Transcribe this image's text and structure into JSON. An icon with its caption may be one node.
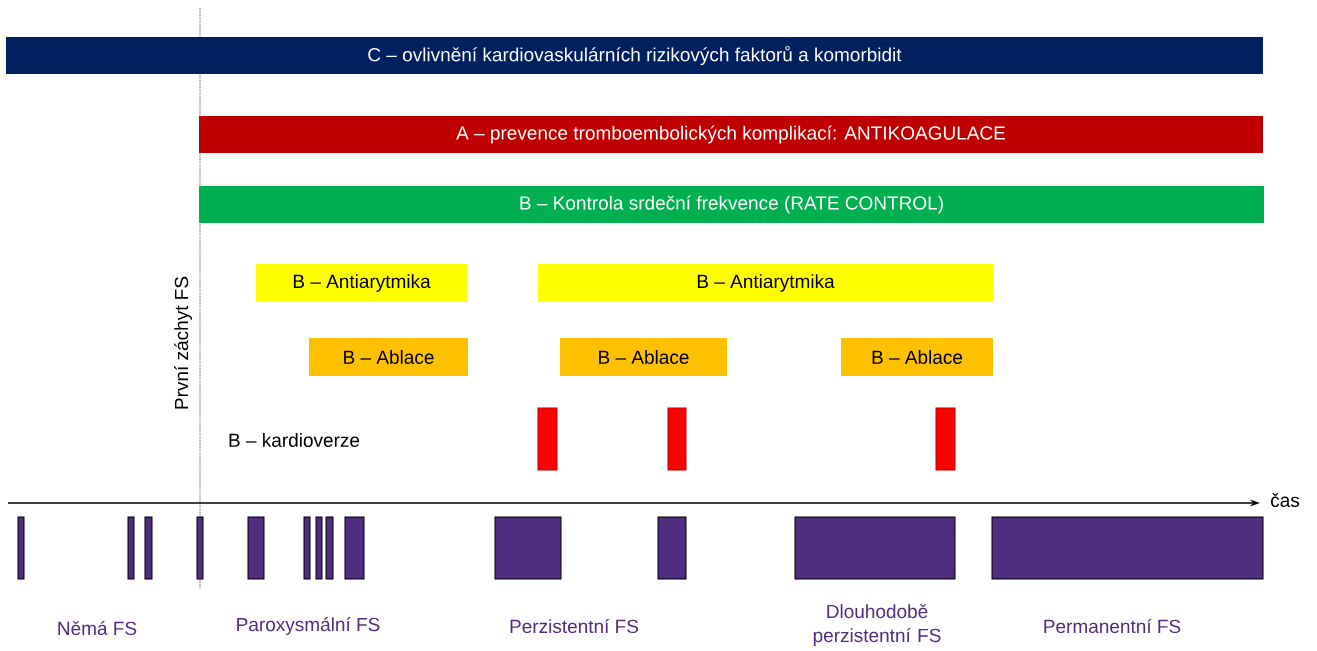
{
  "diagram": {
    "nodes": [
      {
        "text": [
          "C – ovlivnění kardiovaskulárních rizikových faktorů a komorbidit"
        ]
      },
      {
        "text": [
          "A – prevence tromboembolických komplikací: ANTIKOAGULACE"
        ]
      },
      {
        "text": [
          "B – Kontrola srdeční frekvence (RATE CONTROL)"
        ]
      },
      {
        "text": [
          "B – Antiarytmika"
        ]
      },
      {
        "text": [
          "B – Antiarytmika"
        ]
      },
      {
        "text": [
          "B – Ablace"
        ]
      },
      {
        "text": [
          "B – Ablace"
        ]
      },
      {
        "text": [
          "B – Ablace"
        ]
      },
      {
        "text": [],
        "shape": "bar"
      },
      {
        "text": [],
        "shape": "bar"
      },
      {
        "text": [],
        "shape": "bar"
      },
      {
        "text": [],
        "shape": "bar"
      },
      {
        "text": [],
        "shape": "bar"
      },
      {
        "text": [],
        "shape": "bar"
      },
      {
        "text": [],
        "shape": "bar"
      },
      {
        "text": [],
        "shape": "bar"
      },
      {
        "text": [],
        "shape": "bar"
      },
      {
        "text": [],
        "shape": "bar"
      },
      {
        "text": [],
        "shape": "bar"
      },
      {
        "text": [],
        "shape": "bar"
      },
      {
        "text": [],
        "shape": "bar"
      },
      {
        "text": [],
        "shape": "bar"
      },
      {
        "text": [],
        "shape": "bar"
      },
      {
        "text": [],
        "shape": "bar"
      }
    ],
    "labels": [
      "První záchyt FS",
      "B – kardioverze",
      "čas",
      "Němá FS",
      "Paroxysmální FS",
      "Perzistentní FS",
      "Dlouhodobě perzistentní FS",
      "Permanentní FS"
    ]
  }
}
